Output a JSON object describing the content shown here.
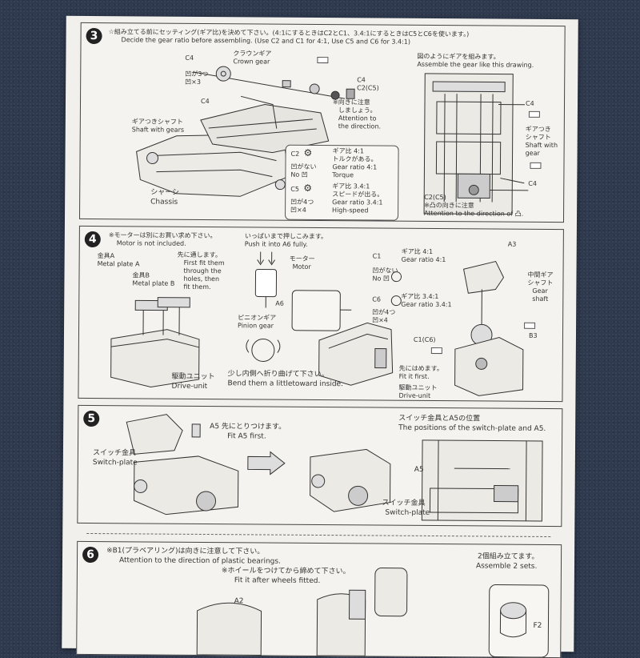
{
  "step3": {
    "number": "3",
    "note_jp": "☆組み立てる前にセッティング(ギア比)を決めて下さい。(4:1にするときはC2とC1、3.4:1にするときはC5とC6を使います。)",
    "note_en": "Decide the gear ratio before assembling. (Use C2 and C1 for 4:1, Use C5 and C6 for 3.4:1)",
    "c4": "C4",
    "crown_jp": "クラウンギア",
    "crown_en": "Crown gear",
    "needs3": "凹が3つ",
    "needs3b": "凹×3",
    "c4b": "C4",
    "c4c": "C4",
    "c2c5": "C2(C5)",
    "direction_jp": "※向きに注意",
    "direction_jp2": "しましょう。",
    "direction_en1": "Attention to",
    "direction_en2": "the direction.",
    "shaft_jp": "ギアつきシャフト",
    "shaft_en": "Shaft with gears",
    "chassis_jp": "シャーシ",
    "chassis_en": "Chassis",
    "gear_c2": "C2",
    "gear41_jp": "ギア比 4:1",
    "torque_jp": "トルクがある。",
    "none_jp": "凹がない",
    "no_label": "No 凹",
    "gear41_en": "Gear ratio 4:1",
    "torque_en": "Torque",
    "gear_c5": "C5",
    "gear341_jp": "ギア比 3.4:1",
    "speed_jp": "スピードが出る。",
    "needs4": "凹が4つ",
    "needs4b": "凹×4",
    "gear341_en": "Gear ratio 3.4:1",
    "speed_en": "High-speed",
    "right_jp": "図のようにギアを組みます。",
    "right_en": "Assemble the gear like this drawing.",
    "r_c4": "C4",
    "r_shaft_jp1": "ギアつき",
    "r_shaft_jp2": "シャフト",
    "r_shaft_en1": "Shaft with",
    "r_shaft_en2": "gear",
    "r_c4b": "C4",
    "r_c2c5": "C2(C5)",
    "r_dir_jp": "※凸の向きに注意",
    "r_dir_en": "Attention to the direction of 凸."
  },
  "step4": {
    "number": "4",
    "motor_note_jp": "※モーターは別にお買い求め下さい。",
    "motor_note_en": "Motor is not included.",
    "push_jp": "いっぱいまで押しこみます。",
    "push_en": "Push it into A6 fully.",
    "plate_a_jp": "金具A",
    "plate_a_en": "Metal plate A",
    "plate_b_jp": "金具B",
    "plate_b_en": "Metal plate B",
    "first_jp": "先に通します。",
    "first_en1": "First fit them",
    "first_en2": "through the",
    "first_en3": "holes, then",
    "first_en4": "fit them.",
    "motor_jp": "モーター",
    "motor_en": "Motor",
    "a6": "A6",
    "pinion_jp": "ピニオンギア",
    "pinion_en": "Pinion gear",
    "bend_jp": "少し内側へ折り曲げて下さい。",
    "bend_en": "Bend them a littletoward inside.",
    "drive_jp": "駆動ユニット",
    "drive_en": "Drive-unit",
    "c1": "C1",
    "gear41_jp": "ギア比 4:1",
    "gear41_en": "Gear ratio 4:1",
    "none_jp": "凹がない",
    "no_label": "No 凹",
    "c6": "C6",
    "gear341_jp": "ギア比 3.4:1",
    "gear341_en": "Gear ratio 3.4:1",
    "needs4": "凹が4つ",
    "needs4b": "凹×4",
    "a3": "A3",
    "mid_jp1": "中間ギア",
    "mid_jp2": "シャフト",
    "mid_en1": "Gear",
    "mid_en2": "shaft",
    "b3": "B3",
    "c1c6": "C1(C6)",
    "fit_jp": "先にはめます。",
    "fit_en": "Fit it first.",
    "drive2_jp": "駆動ユニット",
    "drive2_en": "Drive-unit"
  },
  "step5": {
    "number": "5",
    "a5_jp": "A5 先にとりつけます。",
    "a5_en": "Fit A5 first.",
    "switch_jp": "スイッチ金具",
    "switch_en": "Switch-plate",
    "pos_jp": "スイッチ金具とA5の位置",
    "pos_en": "The positions of the switch-plate and A5.",
    "a5": "A5",
    "switch2_jp": "スイッチ金具",
    "switch2_en": "Switch-plate"
  },
  "step6": {
    "number": "6",
    "b1_jp": "※B1(プラベアリング)は向きに注意して下さい。",
    "b1_en": "Attention to the direction of plastic bearings.",
    "wheel_jp": "※ホイールをつけてから締めて下さい。",
    "wheel_en": "Fit it after wheels fitted.",
    "a2": "A2",
    "sets_jp": "2個組み立てます。",
    "sets_en": "Assemble 2 sets.",
    "f2": "F2"
  }
}
